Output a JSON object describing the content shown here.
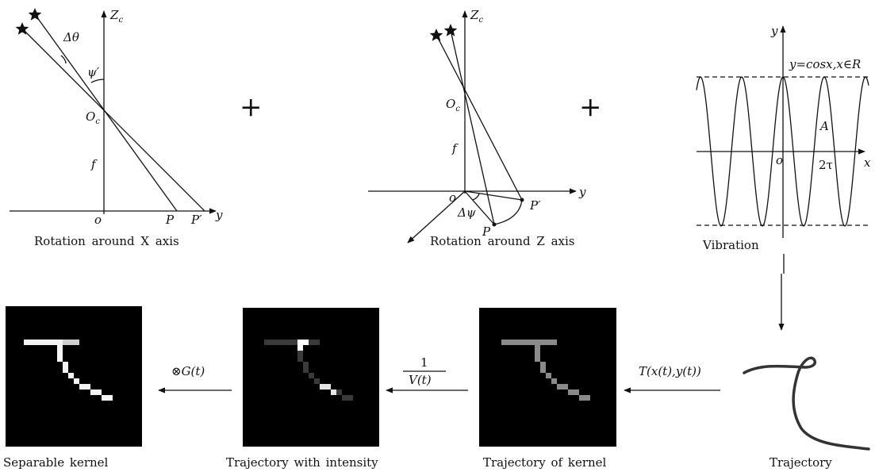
{
  "panel_x": {
    "axis_z": "Z",
    "axis_z_sub": "c",
    "axis_y": "y",
    "origin_cam": "O",
    "origin_cam_sub": "c",
    "focal": "f",
    "origin": "o",
    "point_p": "P",
    "point_p_prime": "P′",
    "delta_theta": "Δθ",
    "psi_prime": "ψ′",
    "caption": "Rotation around X axis"
  },
  "plus_1": "+",
  "panel_z": {
    "axis_z": "Z",
    "axis_z_sub": "c",
    "axis_y": "y",
    "origin_cam": "O",
    "origin_cam_sub": "c",
    "focal": "f",
    "origin": "o",
    "point_p": "P",
    "point_p_prime": "P′",
    "delta_psi": "Δψ",
    "caption": "Rotation around Z axis"
  },
  "plus_2": "+",
  "panel_vib": {
    "axis_y": "y",
    "axis_x": "x",
    "origin": "o",
    "amplitude": "A",
    "period": "2τ",
    "equation": "y=cosx,x∈R",
    "caption": "Vibration"
  },
  "bottom": {
    "trajectory_caption": "Trajectory",
    "arrow1_label": "T(x(t),y(t))",
    "kernel_caption": "Trajectory of kernel",
    "arrow2_num": "1",
    "arrow2_den": "V(t)",
    "intensity_caption": "Trajectory with intensity",
    "arrow3_label": "⊗G(t)",
    "separable_caption": "Separable kernel"
  }
}
